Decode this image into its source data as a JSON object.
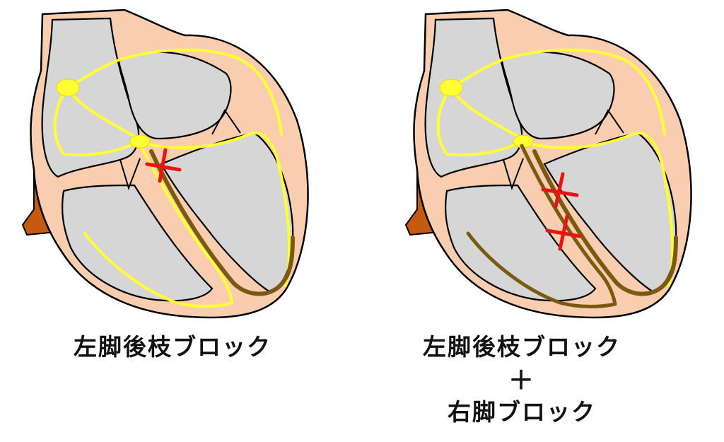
{
  "panels": [
    {
      "caption": "左脚後枝ブロック",
      "block_marks": 1,
      "right_bundle_conducting": true
    },
    {
      "caption_line_1": "左脚後枝ブロック",
      "caption_plus": "＋",
      "caption_line_3": "右脚ブロック",
      "block_marks": 2,
      "right_bundle_conducting": false
    }
  ],
  "colors": {
    "heart_wall": "#f8cdb0",
    "chamber": "#d6d6d6",
    "conduction_active": "#ffff33",
    "conduction_blocked": "#7a5a10",
    "block_mark": "#ee1111",
    "aorta_stub": "#c55a11",
    "outline": "#000000"
  }
}
